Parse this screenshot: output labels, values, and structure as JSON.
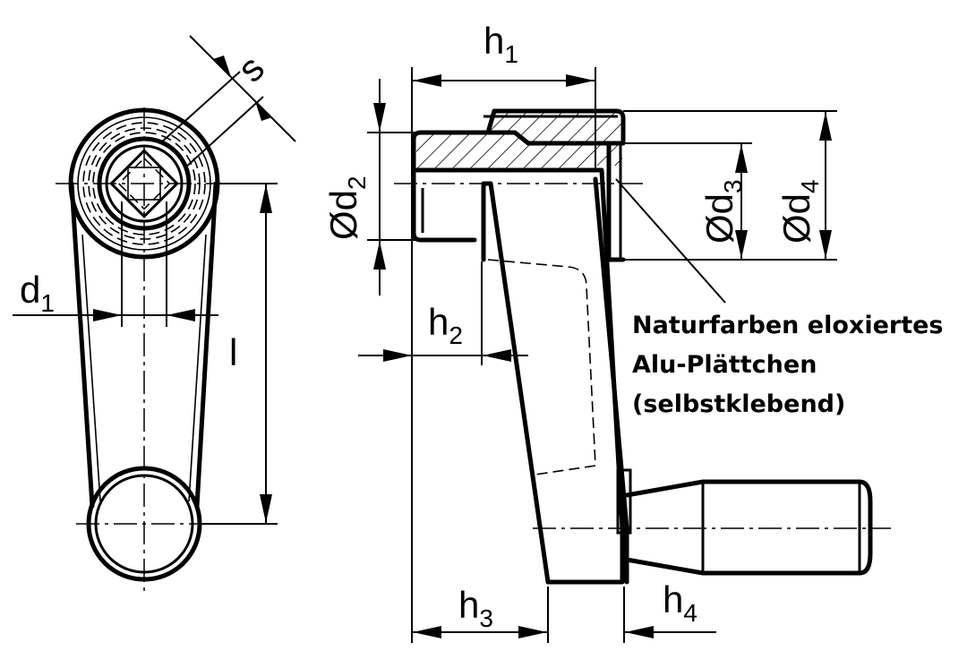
{
  "labels": {
    "s": "s",
    "d1": "d",
    "d1_sub": "1",
    "l": "l",
    "h1": "h",
    "h1_sub": "1",
    "d2_prefix": "Ød",
    "d2_sub": "2",
    "d3_prefix": "Ød",
    "d3_sub": "3",
    "d4_prefix": "Ød",
    "d4_sub": "4",
    "h2": "h",
    "h2_sub": "2",
    "h3": "h",
    "h3_sub": "3",
    "h4": "h",
    "h4_sub": "4"
  },
  "note": {
    "line1": "Naturfarben eloxiertes",
    "line2": "Alu-Plättchen",
    "line3": "(selbstklebend)"
  }
}
